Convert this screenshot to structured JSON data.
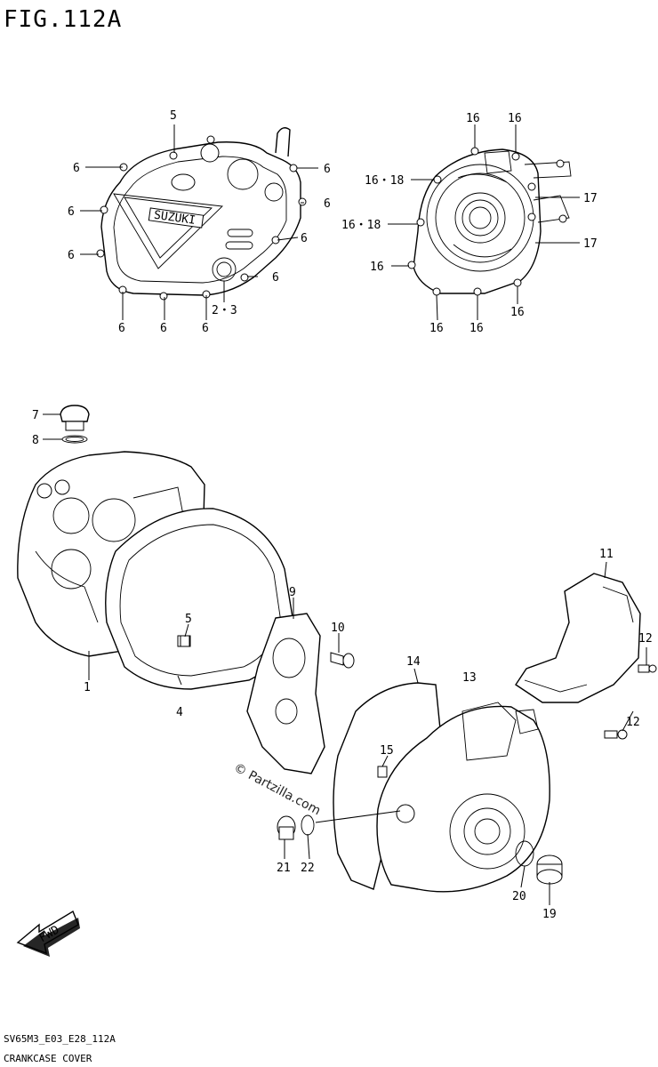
{
  "figure_title": "FIG.112A",
  "code": "SV65M3_E03_E28_112A",
  "caption": "CRANKCASE COVER",
  "watermark": "© Partzilla.com",
  "badge_logo": "SUZUKI",
  "fwd_label": "FWD",
  "callouts": [
    {
      "id": "c5a",
      "text": "5"
    },
    {
      "id": "c6_1",
      "text": "6"
    },
    {
      "id": "c6_2",
      "text": "6"
    },
    {
      "id": "c6_3",
      "text": "6"
    },
    {
      "id": "c6_4",
      "text": "6"
    },
    {
      "id": "c6_5",
      "text": "6"
    },
    {
      "id": "c6_6",
      "text": "6"
    },
    {
      "id": "c6_7",
      "text": "6"
    },
    {
      "id": "c6_8",
      "text": "6"
    },
    {
      "id": "c6_9",
      "text": "6"
    },
    {
      "id": "c6_10",
      "text": "6"
    },
    {
      "id": "c2_3",
      "text": "2・3"
    },
    {
      "id": "c16_1",
      "text": "16"
    },
    {
      "id": "c16_2",
      "text": "16"
    },
    {
      "id": "c16_18a",
      "text": "16・18"
    },
    {
      "id": "c16_18b",
      "text": "16・18"
    },
    {
      "id": "c17a",
      "text": "17"
    },
    {
      "id": "c17b",
      "text": "17"
    },
    {
      "id": "c16_3",
      "text": "16"
    },
    {
      "id": "c16_4",
      "text": "16"
    },
    {
      "id": "c16_5",
      "text": "16"
    },
    {
      "id": "c16_6",
      "text": "16"
    },
    {
      "id": "c7",
      "text": "7"
    },
    {
      "id": "c8",
      "text": "8"
    },
    {
      "id": "c1",
      "text": "1"
    },
    {
      "id": "c4",
      "text": "4"
    },
    {
      "id": "c5b",
      "text": "5"
    },
    {
      "id": "c9",
      "text": "9"
    },
    {
      "id": "c10",
      "text": "10"
    },
    {
      "id": "c11",
      "text": "11"
    },
    {
      "id": "c12a",
      "text": "12"
    },
    {
      "id": "c12b",
      "text": "12"
    },
    {
      "id": "c13",
      "text": "13"
    },
    {
      "id": "c14",
      "text": "14"
    },
    {
      "id": "c15",
      "text": "15"
    },
    {
      "id": "c19",
      "text": "19"
    },
    {
      "id": "c20",
      "text": "20"
    },
    {
      "id": "c21",
      "text": "21"
    },
    {
      "id": "c22",
      "text": "22"
    }
  ]
}
